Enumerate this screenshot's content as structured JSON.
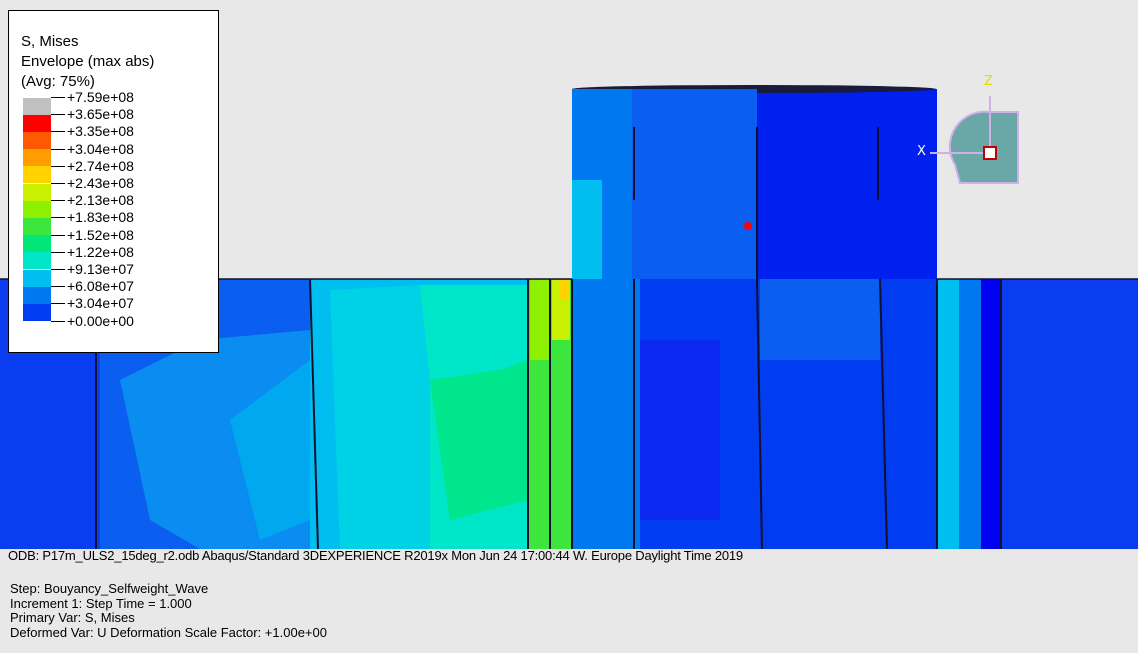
{
  "legend": {
    "title_lines": [
      "S, Mises",
      "Envelope (max abs)",
      "(Avg: 75%)"
    ],
    "entries": [
      {
        "label": "+7.59e+08",
        "color": "#c0c0c0"
      },
      {
        "label": "+3.65e+08",
        "color": "#ff0000"
      },
      {
        "label": "+3.35e+08",
        "color": "#ff5a00"
      },
      {
        "label": "+3.04e+08",
        "color": "#ff9c00"
      },
      {
        "label": "+2.74e+08",
        "color": "#ffd200"
      },
      {
        "label": "+2.43e+08",
        "color": "#c8f000"
      },
      {
        "label": "+2.13e+08",
        "color": "#8cf000"
      },
      {
        "label": "+1.83e+08",
        "color": "#3ce63c"
      },
      {
        "label": "+1.52e+08",
        "color": "#00e678"
      },
      {
        "label": "+1.22e+08",
        "color": "#00e6c8"
      },
      {
        "label": "+9.13e+07",
        "color": "#00bef0"
      },
      {
        "label": "+6.08e+07",
        "color": "#0078f0"
      },
      {
        "label": "+3.04e+07",
        "color": "#003cf0"
      },
      {
        "label": "+0.00e+00",
        "color": "#0000f0"
      }
    ]
  },
  "triad": {
    "z_label": "Z",
    "x_label": "X"
  },
  "banner": "ODB: P17m_ULS2_15deg_r2.odb    Abaqus/Standard 3DEXPERIENCE R2019x    Mon Jun 24 17:00:44 W. Europe Daylight Time 2019",
  "info": {
    "step": "Step: Bouyancy_Selfweight_Wave",
    "increment": "Increment     1: Step Time =    1.000",
    "primary_var": "Primary Var: S, Mises",
    "deformed_var": "Deformed Var: U   Deformation Scale Factor: +1.00e+00"
  },
  "colors": {
    "background": "#e8e8e8",
    "low_stress": "#0000f0",
    "mid_stress": "#00e6c8",
    "high_stress": "#3ce63c"
  }
}
